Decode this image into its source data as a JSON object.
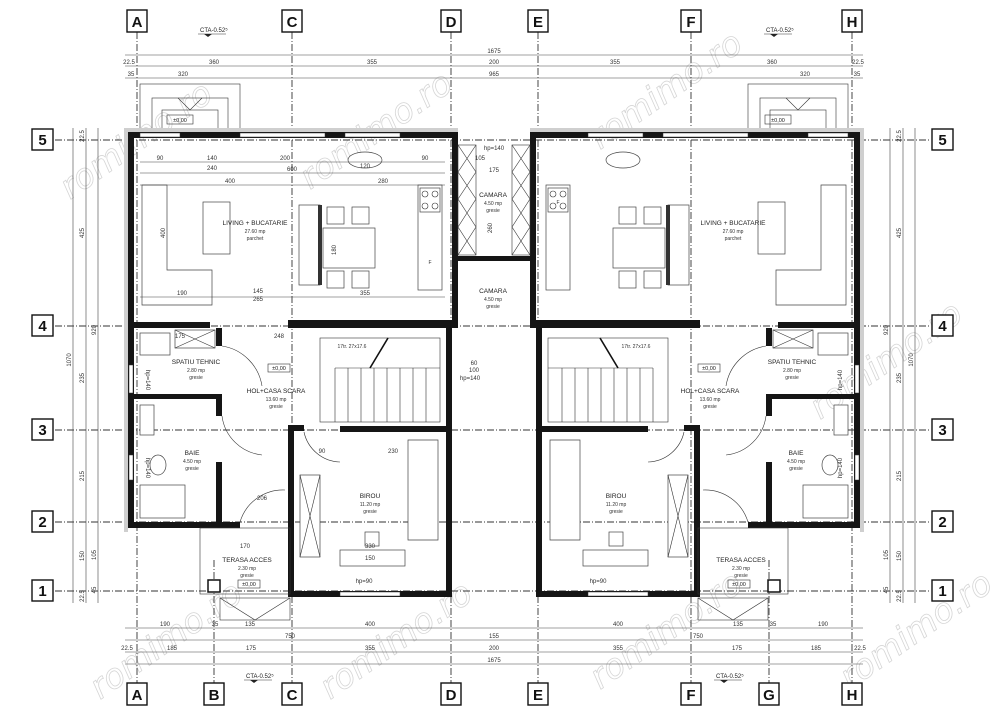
{
  "watermark": "romimo.ro",
  "grid_axes": {
    "columns": [
      "A",
      "B",
      "C",
      "D",
      "E",
      "F",
      "G",
      "H"
    ],
    "rows": [
      "5",
      "4",
      "3",
      "2",
      "1"
    ]
  },
  "levels": {
    "cta": "CTA-0.52⁵",
    "zero": "±0,00"
  },
  "dimensions": {
    "top_total": "1675",
    "top_chain": [
      "22.5",
      "360",
      "355",
      "200",
      "355",
      "360",
      "22.5"
    ],
    "top_chain2": [
      "35",
      "320",
      "965",
      "320",
      "35"
    ],
    "bottom_chain1": [
      "190",
      "35",
      "135",
      "400",
      "400",
      "135",
      "35",
      "190"
    ],
    "bottom_chain2": [
      "750",
      "155",
      "750"
    ],
    "bottom_chain3": [
      "22.5",
      "185",
      "175",
      "355",
      "200",
      "355",
      "175",
      "185",
      "22.5"
    ],
    "bottom_total": "1675",
    "side_chain": [
      "22.5",
      "425",
      "235",
      "215",
      "150",
      "22.5"
    ],
    "side_chain2": [
      "920",
      "105",
      "45"
    ],
    "side_total": "1070",
    "interior": [
      "90",
      "140",
      "240",
      "200",
      "600",
      "90",
      "120",
      "400",
      "280",
      "190",
      "145",
      "265",
      "355",
      "400",
      "180",
      "248",
      "175",
      "230",
      "330",
      "150",
      "206",
      "170",
      "90",
      "60",
      "100",
      "105",
      "175",
      "260"
    ]
  },
  "rooms": {
    "living": {
      "name": "LIVING + BUCATARIE",
      "area": "27.60 mp",
      "floor": "parchet"
    },
    "camara1": {
      "name": "CAMARA",
      "area": "4.50 mp",
      "floor": "gresie"
    },
    "camara2": {
      "name": "CAMARA",
      "area": "4.50 mp",
      "floor": "gresie"
    },
    "tehnic": {
      "name": "SPATIU TEHNIC",
      "area": "2.80 mp",
      "floor": "gresie"
    },
    "hol": {
      "name": "HOL+CASA SCARA",
      "area": "13.60 mp",
      "floor": "gresie"
    },
    "baie": {
      "name": "BAIE",
      "area": "4.50 mp",
      "floor": "gresie"
    },
    "birou": {
      "name": "BIROU",
      "area": "11.20 mp",
      "floor": "gresie"
    },
    "terasa": {
      "name": "TERASA ACCES",
      "area": "2.30 mp",
      "floor": "gresie"
    }
  },
  "notes": {
    "hp140": "hp=140",
    "hp90": "hp=90",
    "stair": "17tr. 27x17.6",
    "fridge": "F"
  }
}
